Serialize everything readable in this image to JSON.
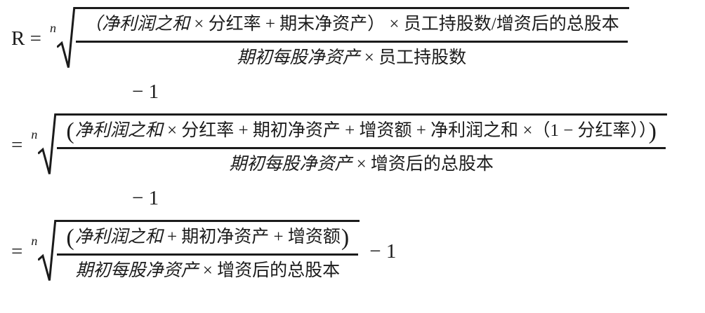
{
  "page": {
    "background": "#ffffff",
    "ink": "#1b1b1b"
  },
  "equations": [
    {
      "lhs": "R =",
      "root_index": "n",
      "numerator": {
        "open": "",
        "italic": "（净利润之和",
        "regular": " × 分红率 + 期末净资产） × 员工持股数/增资后的总股本",
        "close": ""
      },
      "denominator": {
        "italic": "期初每股净资产",
        "regular": " × 员工持股数"
      },
      "trailing": "",
      "continuation": "− 1"
    },
    {
      "lhs": "=",
      "root_index": "n",
      "numerator": {
        "open": "(",
        "italic": "净利润之和",
        "regular": " × 分红率 + 期初净资产 + 增资额 + 净利润之和 ×（1 − 分红率））",
        "close": ")"
      },
      "denominator": {
        "italic": "期初每股净资产",
        "regular": " × 增资后的总股本"
      },
      "trailing": "",
      "continuation": "− 1"
    },
    {
      "lhs": "=",
      "root_index": "n",
      "numerator": {
        "open": "(",
        "italic": "净利润之和",
        "regular": " + 期初净资产 + 增资额",
        "close": ")"
      },
      "denominator": {
        "italic": "期初每股净资产",
        "regular": " × 增资后的总股本"
      },
      "trailing": "− 1",
      "continuation": ""
    }
  ]
}
